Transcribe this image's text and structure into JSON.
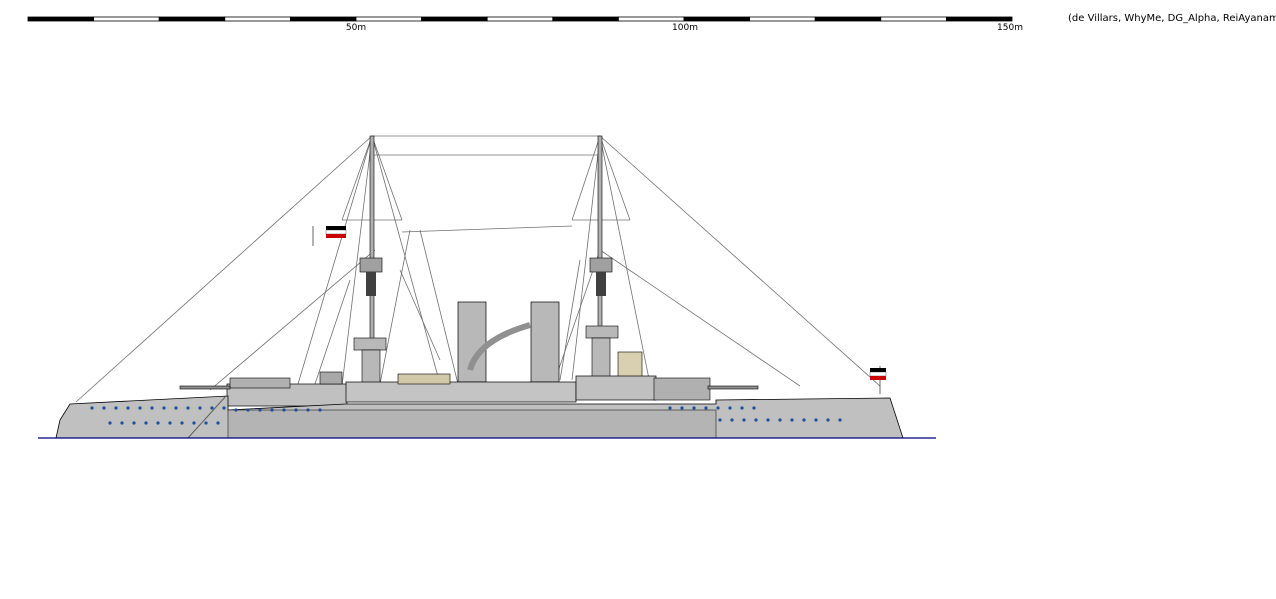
{
  "scale": {
    "unit_label_50": "50m",
    "unit_label_100": "100m",
    "unit_label_150": "150m",
    "length_m": 150,
    "segments": 15
  },
  "credits": "(de Villars, WhyMe, DG_Alpha, ReiAyanami)",
  "colors": {
    "hull": "#c0c0c0",
    "hull_dark": "#a8a8a8",
    "outline": "#000000",
    "waterline": "#000080",
    "porthole": "#1f4e9a",
    "rigging": "#707070",
    "flag_red": "#cc0000"
  }
}
